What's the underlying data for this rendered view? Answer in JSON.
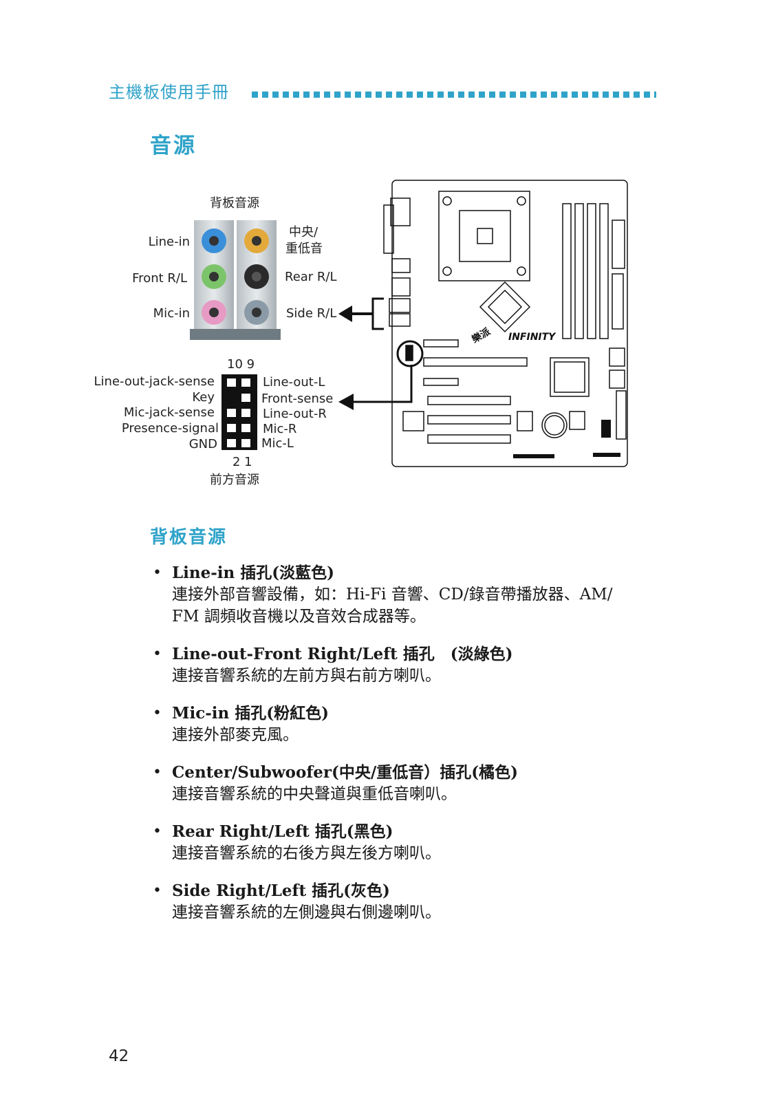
{
  "header": {
    "title": "主機板使用手冊"
  },
  "section_title": "音源",
  "rear_panel": {
    "title": "背板音源",
    "left_labels": [
      "Line-in",
      "Front R/L",
      "Mic-in"
    ],
    "right_labels": [
      "中央/",
      "重低音",
      "Rear R/L",
      "Side R/L"
    ],
    "jack_colors": {
      "line_in": "#3a8fd9",
      "front": "#7cc46a",
      "mic": "#e79ac4",
      "center": "#e3a93a",
      "rear": "#2a2a2a",
      "side": "#8a9aa6"
    }
  },
  "front_header": {
    "pin_top": "10  9",
    "pin_bottom": "2  1",
    "title": "前方音源",
    "left_labels": [
      "Line-out-jack-sense",
      "Key",
      "Mic-jack-sense",
      "Presence-signal",
      "GND"
    ],
    "right_labels": [
      "Line-out-L",
      "Front-sense",
      "Line-out-R",
      "Mic-R",
      "Mic-L"
    ]
  },
  "motherboard": {
    "logo": "INFINITY",
    "logo_cn": "樂派"
  },
  "subsection_title": "背板音源",
  "bullets": [
    {
      "title": "Line-in 插孔(淡藍色)",
      "desc": [
        "連接外部音響設備，如：Hi-Fi 音響、CD/錄音帶播放器、AM/",
        "FM 調頻收音機以及音效合成器等。"
      ]
    },
    {
      "title": "Line-out-Front Right/Left 插孔　(淡綠色)",
      "desc": [
        "連接音響系統的左前方與右前方喇叭。"
      ]
    },
    {
      "title": "Mic-in 插孔(粉紅色)",
      "desc": [
        "連接外部麥克風。"
      ]
    },
    {
      "title": "Center/Subwoofer(中央/重低音）插孔(橘色)",
      "desc": [
        "連接音響系統的中央聲道與重低音喇叭。"
      ]
    },
    {
      "title": "Rear Right/Left 插孔(黑色)",
      "desc": [
        "連接音響系統的右後方與左後方喇叭。"
      ]
    },
    {
      "title": "Side Right/Left 插孔(灰色)",
      "desc": [
        "連接音響系統的左側邊與右側邊喇叭。"
      ]
    }
  ],
  "page_number": "42"
}
